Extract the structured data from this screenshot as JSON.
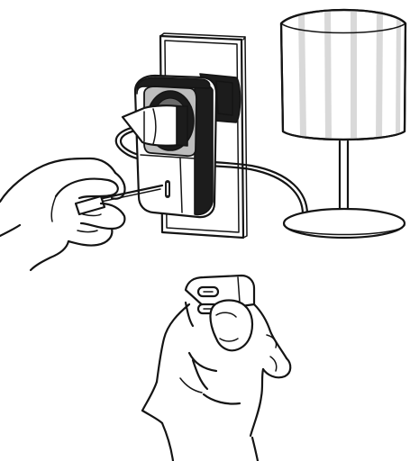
{
  "figure": {
    "panels": [
      {
        "id": "pairing-step",
        "icon": "socket-pairing-illustration"
      },
      {
        "id": "remote-step",
        "icon": "hand-remote-illustration"
      }
    ],
    "colors": {
      "line": "#141414",
      "background": "#ffffff",
      "shade_stripe": "#d9d9d9",
      "dark_body": "#1c1c1c",
      "mid_gray": "#bdbdbd"
    }
  }
}
